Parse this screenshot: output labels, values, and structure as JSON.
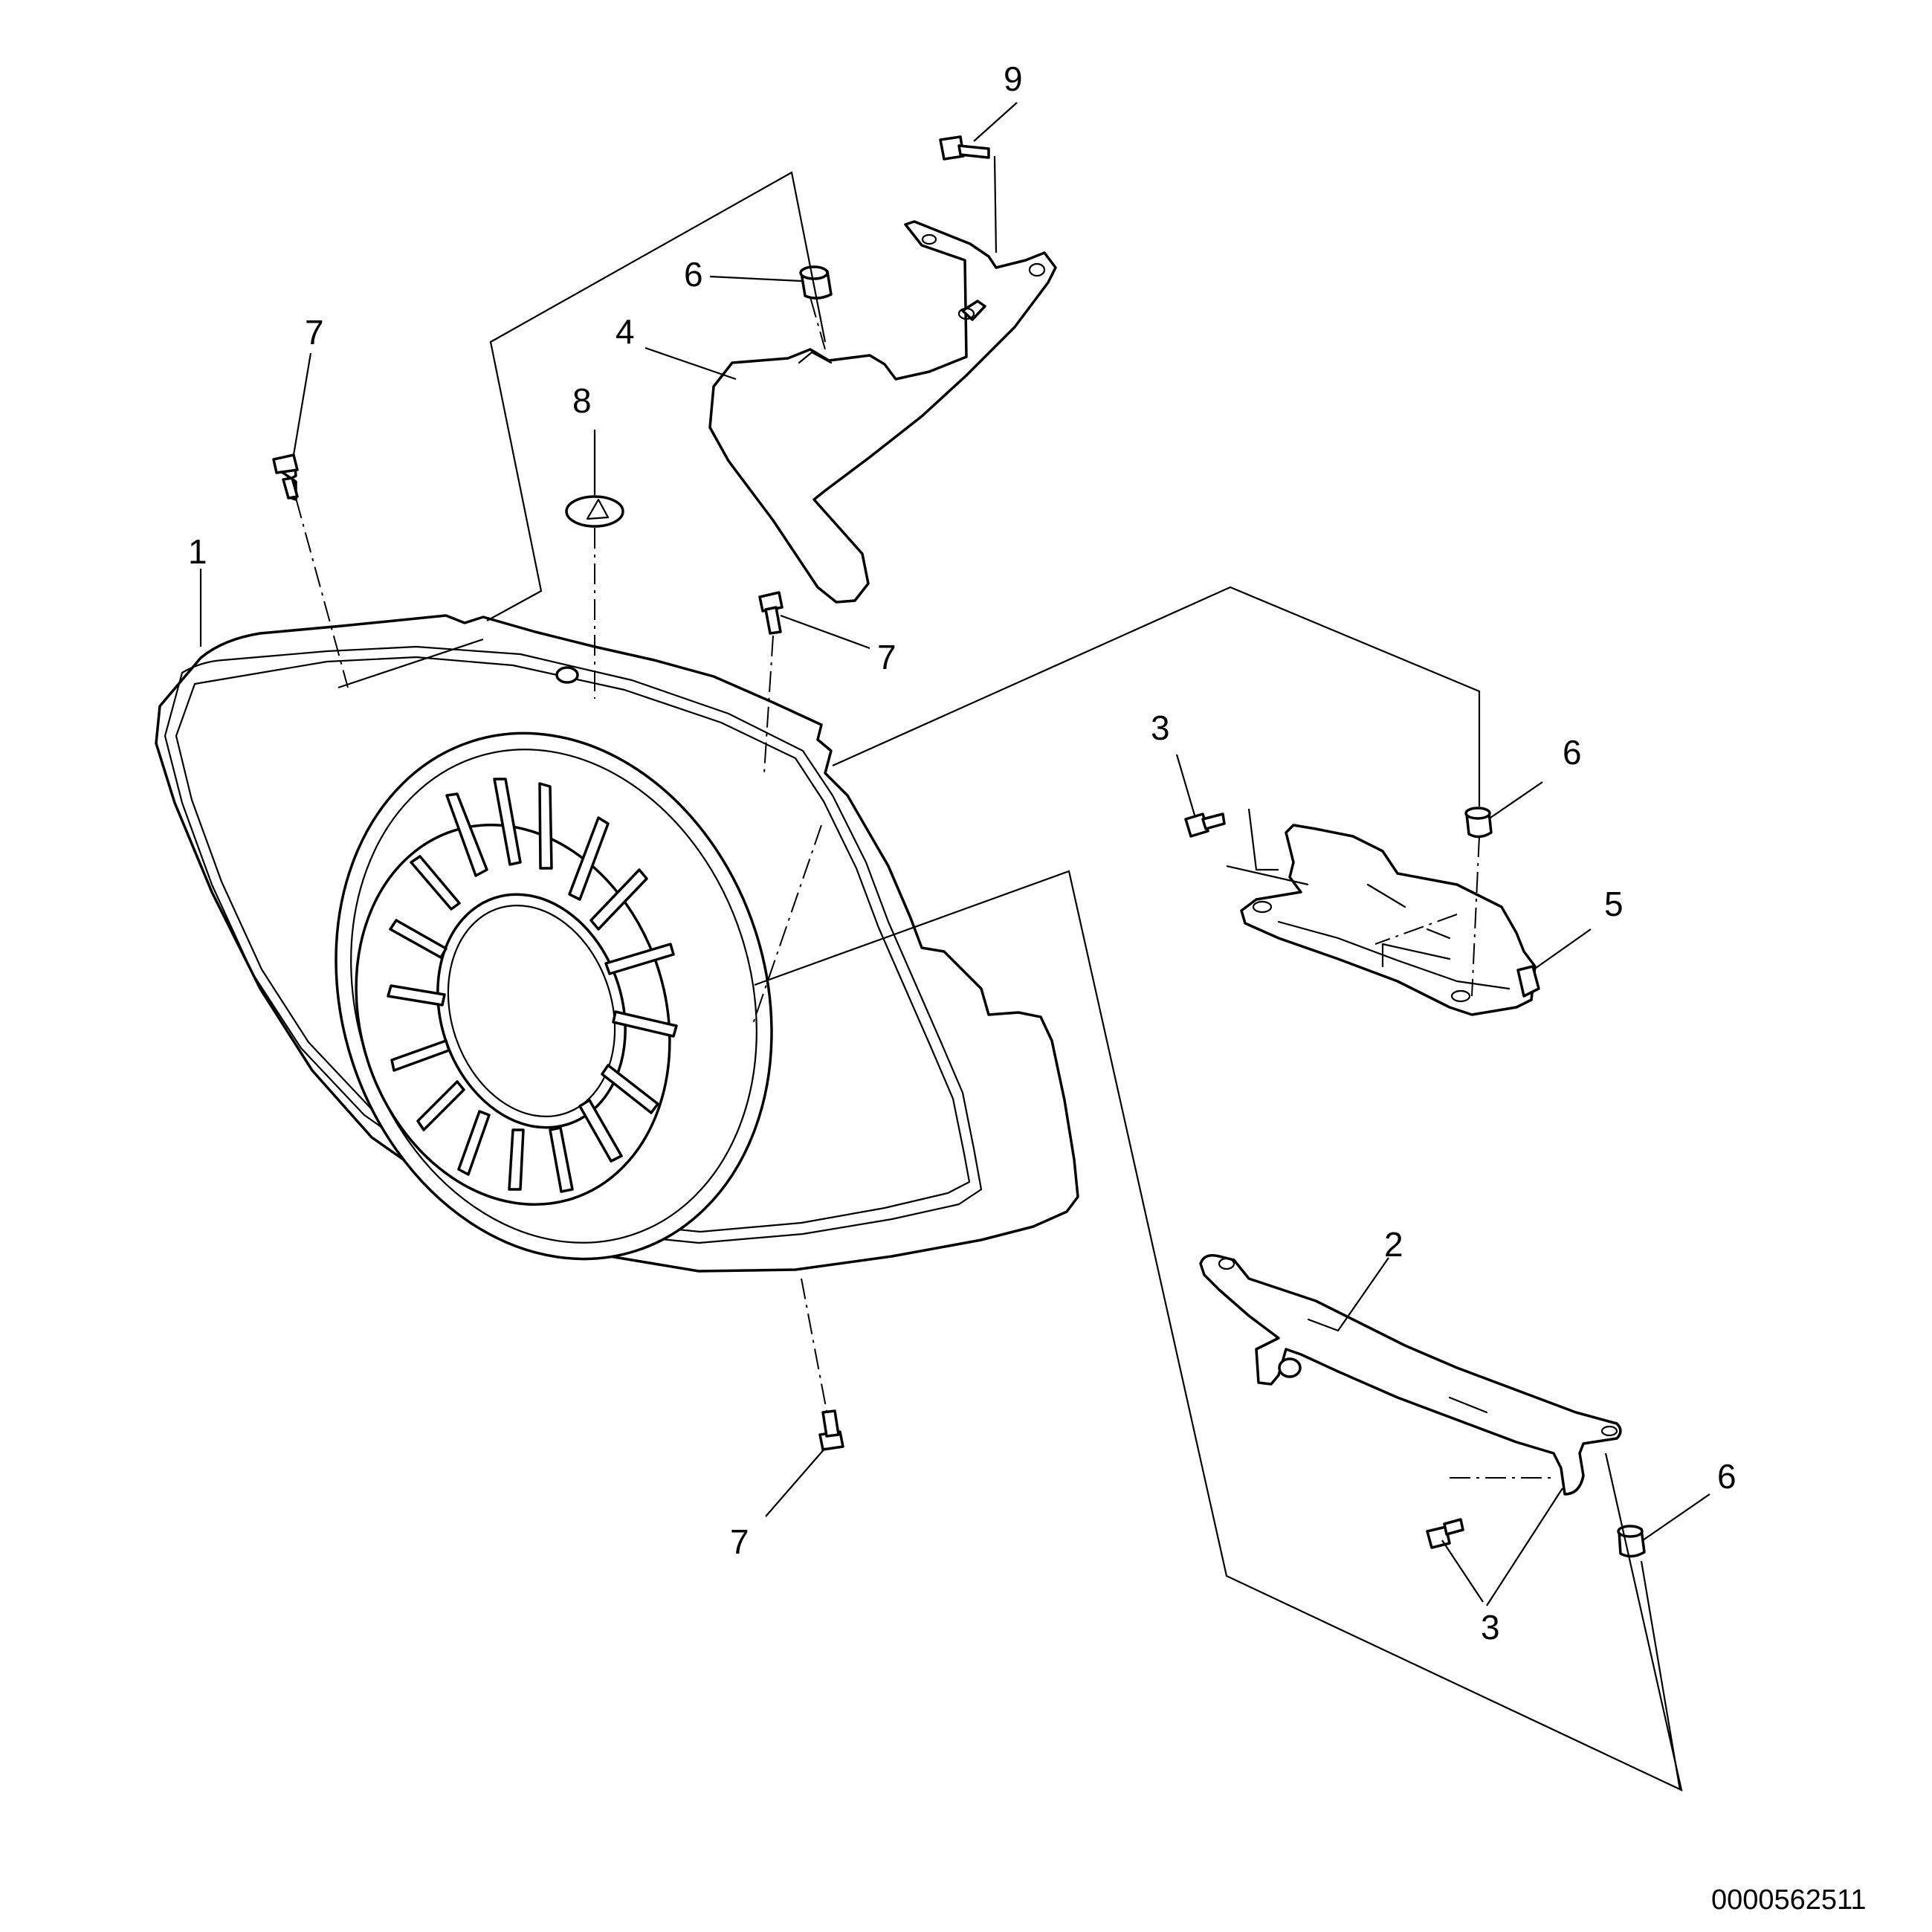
{
  "diagram": {
    "document_number": "0000562511",
    "callouts": {
      "part_1": "1",
      "part_2": "2",
      "part_3a": "3",
      "part_3b": "3",
      "part_4": "4",
      "part_5": "5",
      "part_6a": "6",
      "part_6b": "6",
      "part_6c": "6",
      "part_7a": "7",
      "part_7b": "7",
      "part_7c": "7",
      "part_8": "8",
      "part_9": "9"
    }
  }
}
